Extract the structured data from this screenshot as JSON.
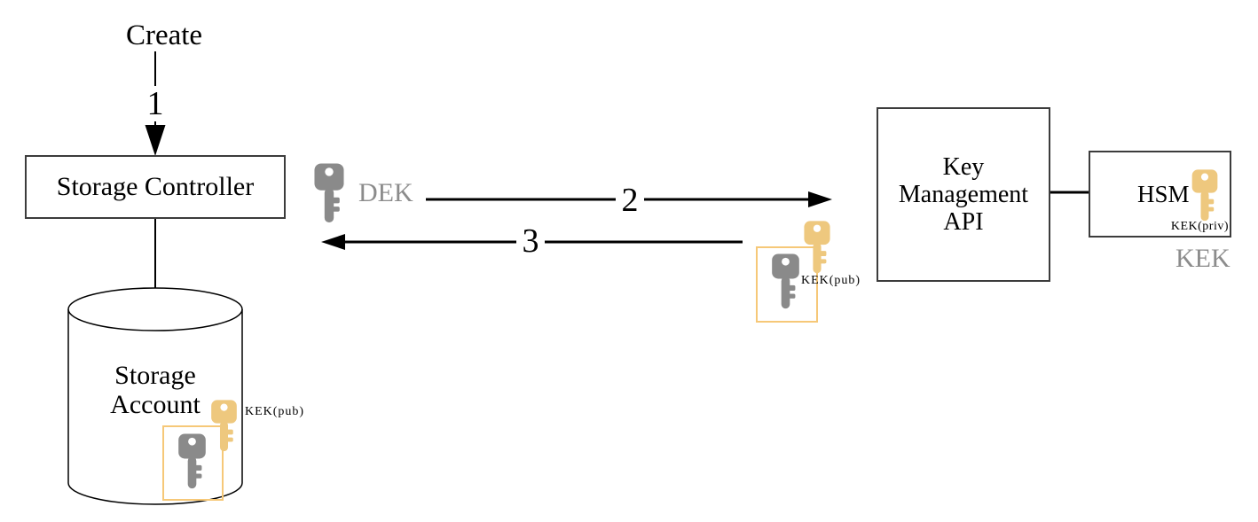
{
  "diagram": {
    "action_create": "Create",
    "step_1": "1",
    "step_2": "2",
    "step_3": "3",
    "storage_controller_label": "Storage Controller",
    "storage_account_label": "Storage\nAccount",
    "key_management_api_label": "Key\nManagement\nAPI",
    "hsm_label": "HSM",
    "dek_label": "DEK",
    "kek_label": "KEK",
    "kek_pub_api_label": "KEK(pub)",
    "kek_pub_storage_label": "KEK(pub)",
    "kek_priv_label": "KEK(priv)",
    "icons": {
      "dek": "gray-key-icon",
      "kek_priv": "gold-key-icon",
      "kek_pub_api": "gold-key-icon over gray-key-icon in gold box",
      "kek_pub_storage": "gold-key-icon over gray-key-icon in gold box"
    },
    "colors": {
      "key_gray": "#8a8a8a",
      "key_gold": "#eec87e",
      "gold_box_border": "#f6c878",
      "muted_label": "#8c8c8c",
      "line": "#000000",
      "box_border": "#3c3c3c"
    }
  }
}
